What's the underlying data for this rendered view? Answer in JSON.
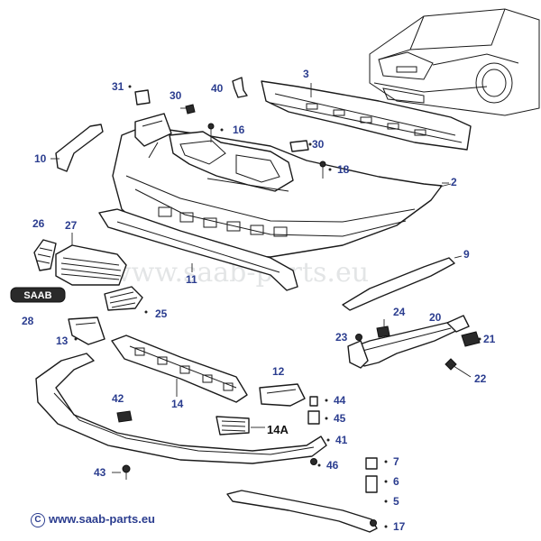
{
  "watermark": "www.saab-parts.eu",
  "copyright": {
    "symbol": "C",
    "text": "www.saab-parts.eu"
  },
  "callouts": {
    "c2": "2",
    "c3": "3",
    "c5": "5",
    "c6": "6",
    "c7": "7",
    "c9": "9",
    "c10": "10",
    "c11": "11",
    "c12": "12",
    "c13": "13",
    "c14": "14",
    "c14a": "14A",
    "c16": "16",
    "c17": "17",
    "c18": "18",
    "c20": "20",
    "c21": "21",
    "c22": "22",
    "c23": "23",
    "c24": "24",
    "c25": "25",
    "c26": "26",
    "c27": "27",
    "c28": "28",
    "c30a": "30",
    "c30b": "30",
    "c31": "31",
    "c40": "40",
    "c41": "41",
    "c42": "42",
    "c43": "43",
    "c44": "44",
    "c45": "45",
    "c46": "46"
  },
  "emblem_text": "SAAB"
}
